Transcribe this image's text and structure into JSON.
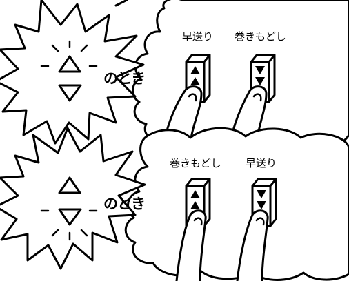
{
  "panel_top": {
    "condition_text": "のとき",
    "button_left_label": "早送り",
    "button_right_label": "巻きもどし"
  },
  "panel_bottom": {
    "condition_text": "のとき",
    "button_left_label": "巻きもどし",
    "button_right_label": "早送り"
  },
  "colors": {
    "ink": "#000000",
    "paper": "#ffffff"
  }
}
